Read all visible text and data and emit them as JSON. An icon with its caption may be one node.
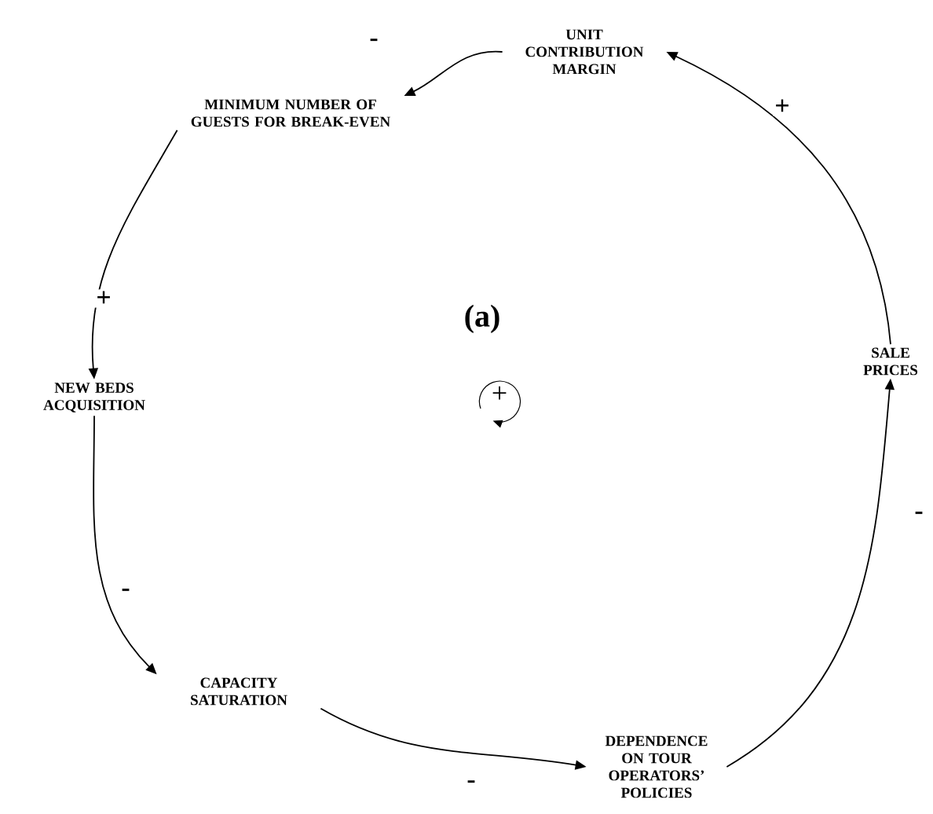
{
  "diagram": {
    "nodes": [
      {
        "text": [
          "UNIT CONTRIBUTION MARGIN"
        ]
      },
      {
        "text": [
          "MINIMUM NUMBER OF GUESTS FOR BREAK-EVEN"
        ]
      },
      {
        "text": [
          "NEW BEDS ACQUISITION"
        ]
      },
      {
        "text": [
          "SALE PRICES"
        ]
      },
      {
        "text": [
          "CAPACITY SATURATION"
        ]
      },
      {
        "text": [
          "DEPENDENCE ON TOUR OPERATORS’ POLICIES"
        ]
      }
    ],
    "edges": [
      {
        "from": 0,
        "to": 1,
        "arrow": "to",
        "label": "-"
      },
      {
        "from": 1,
        "to": 2,
        "arrow": "to",
        "label": "+"
      },
      {
        "from": 2,
        "to": 4,
        "arrow": "to",
        "label": "-"
      },
      {
        "from": 4,
        "to": 5,
        "arrow": "to",
        "label": "-"
      },
      {
        "from": 5,
        "to": 3,
        "arrow": "to",
        "label": "-"
      },
      {
        "from": 3,
        "to": 0,
        "arrow": "to",
        "label": "+"
      }
    ],
    "labels": [
      "(a)",
      "+"
    ]
  }
}
